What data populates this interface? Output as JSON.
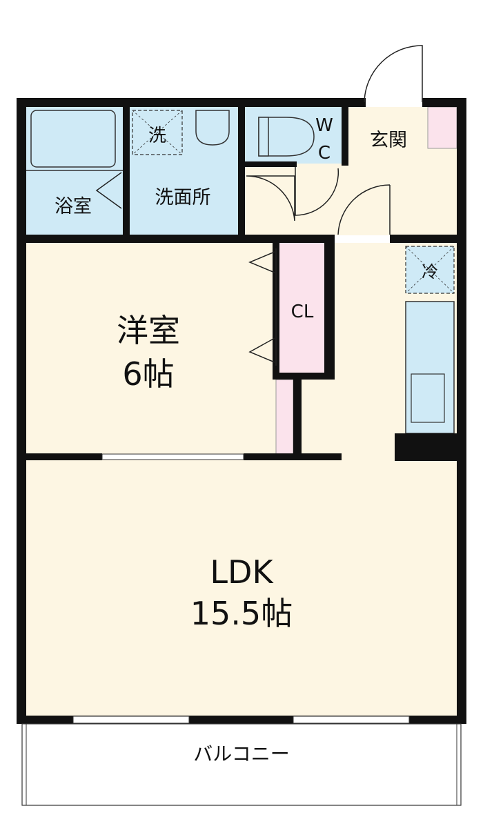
{
  "rooms": {
    "bath": "浴室",
    "washroom": "洗面所",
    "washer": "洗",
    "wc_w": "W",
    "wc_c": "C",
    "entrance": "玄関",
    "western_name": "洋室",
    "western_size": "6帖",
    "closet": "CL",
    "fridge": "冷",
    "ldk_name": "LDK",
    "ldk_size": "15.5帖",
    "balcony": "バルコニー"
  },
  "colors": {
    "wet": "#cfeaf6",
    "living": "#fdf6e3",
    "storage": "#fbe3ec",
    "wall": "#111111"
  }
}
